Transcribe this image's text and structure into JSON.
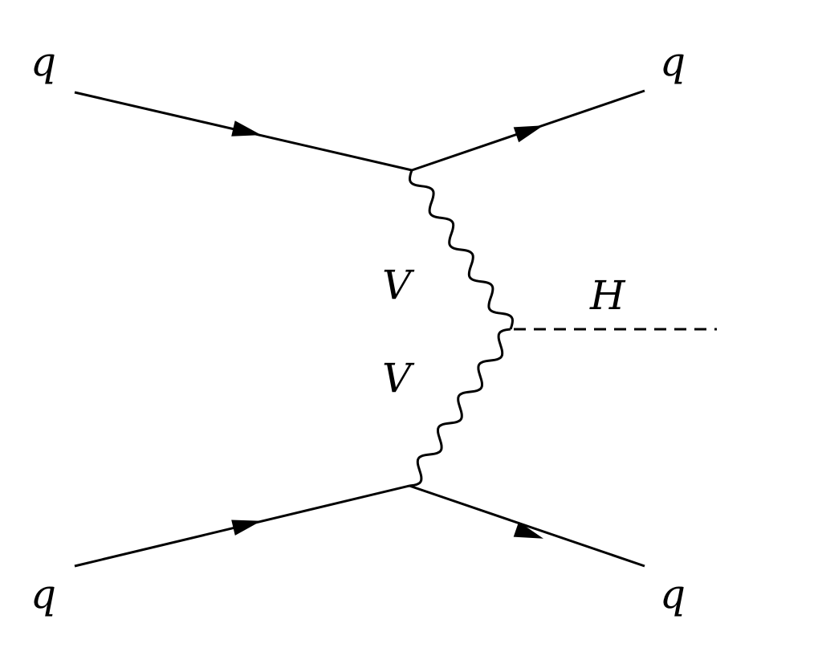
{
  "diagram": {
    "title_hidden": null,
    "labels": {
      "q_in_top": "q",
      "q_out_top": "q",
      "q_in_bottom": "q",
      "q_out_bottom": "q",
      "v_top": "V",
      "v_bottom": "V",
      "higgs": "H"
    },
    "line_color": "#000000"
  }
}
